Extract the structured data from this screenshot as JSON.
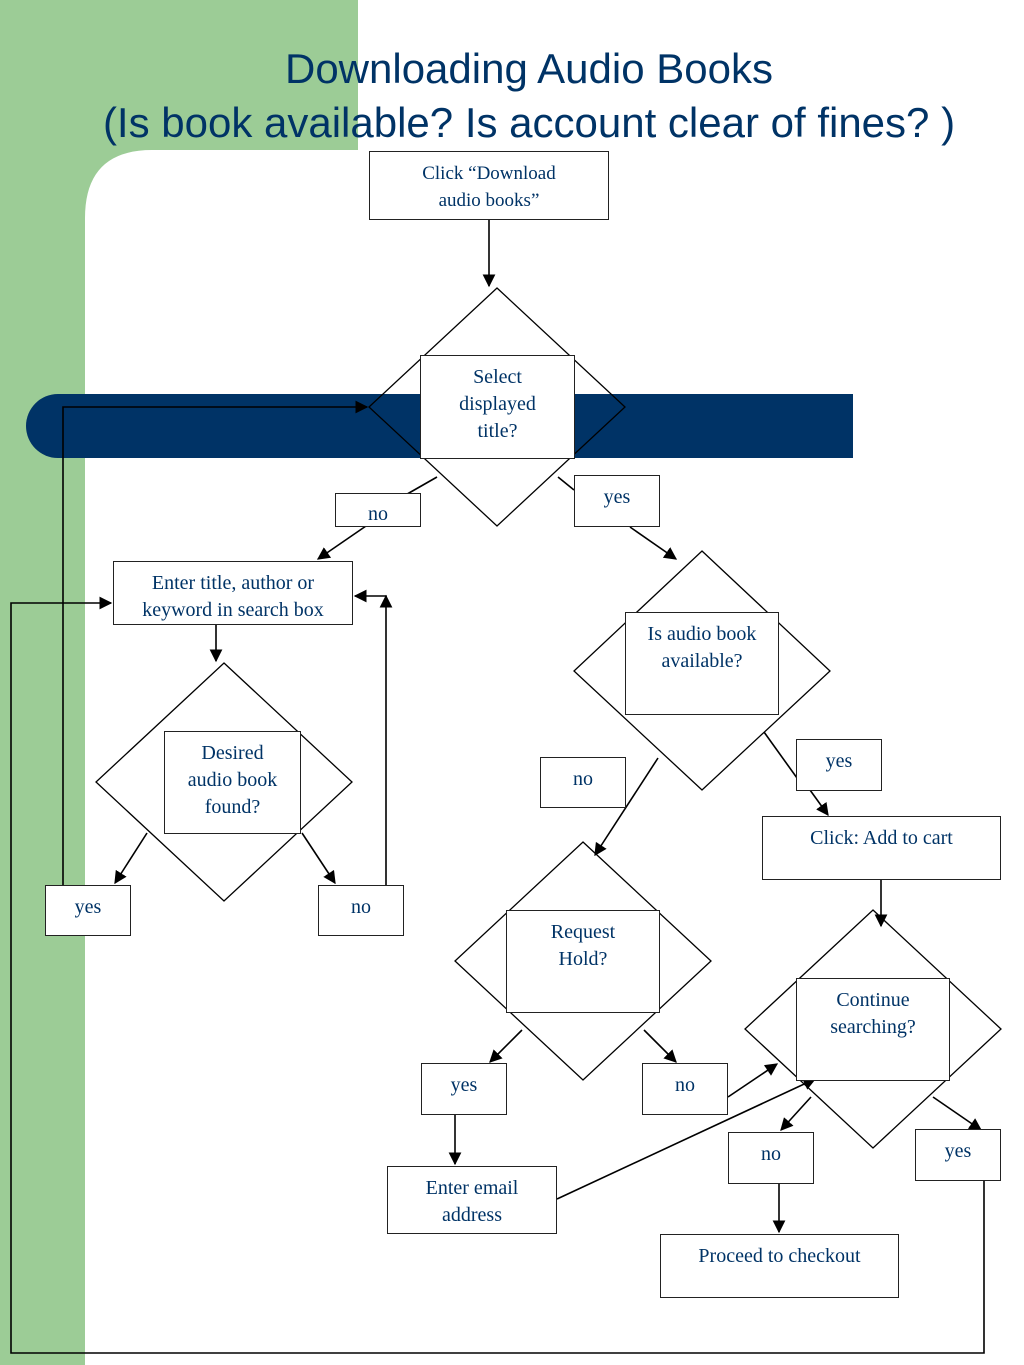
{
  "slide": {
    "title_line1": "Downloading Audio Books",
    "title_line2": "(Is book available? Is account clear of fines? )"
  },
  "colors": {
    "left_band": "#9ccc96",
    "blue_bar": "#003366",
    "title_text": "#003366",
    "box_text": "#003366",
    "lines": "#000000"
  },
  "nodes": {
    "start": "Click “Download audio books”",
    "select_title": "Select displayed title?",
    "search": "Enter title, author or keyword in search box",
    "desired_found": "Desired audio book found?",
    "available": "Is audio book available?",
    "add_cart": "Click: Add to cart",
    "request_hold": "Request Hold?",
    "continue_search": "Continue searching?",
    "email": "Enter email address",
    "checkout": "Proceed to checkout"
  },
  "edge_labels": {
    "select_no": "no",
    "select_yes": "yes",
    "found_yes": "yes",
    "found_no": "no",
    "available_no": "no",
    "available_yes": "yes",
    "hold_yes": "yes",
    "hold_no": "no",
    "continue_no": "no",
    "continue_yes": "yes"
  }
}
